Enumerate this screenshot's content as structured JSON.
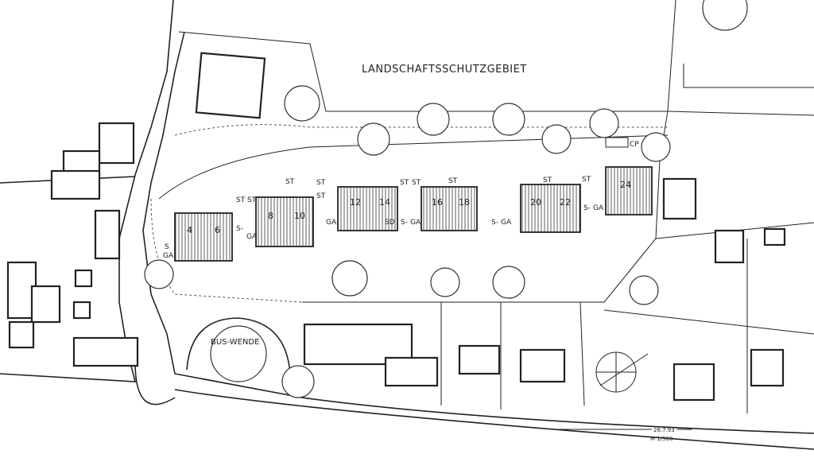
{
  "title": "LANDSCHAFTSSCHUTZGEBIET",
  "bus_turnaround": "BUS-WENDE",
  "houses": [
    "4",
    "6",
    "8",
    "10",
    "12",
    "14",
    "16",
    "18",
    "20",
    "22",
    "24"
  ],
  "labels": {
    "st": "ST",
    "ga": "GA",
    "s": "S-",
    "s_short": "S",
    "cp": "CP",
    "sd": "SD"
  },
  "date": "26.7.93",
  "scale": "M 1/500"
}
